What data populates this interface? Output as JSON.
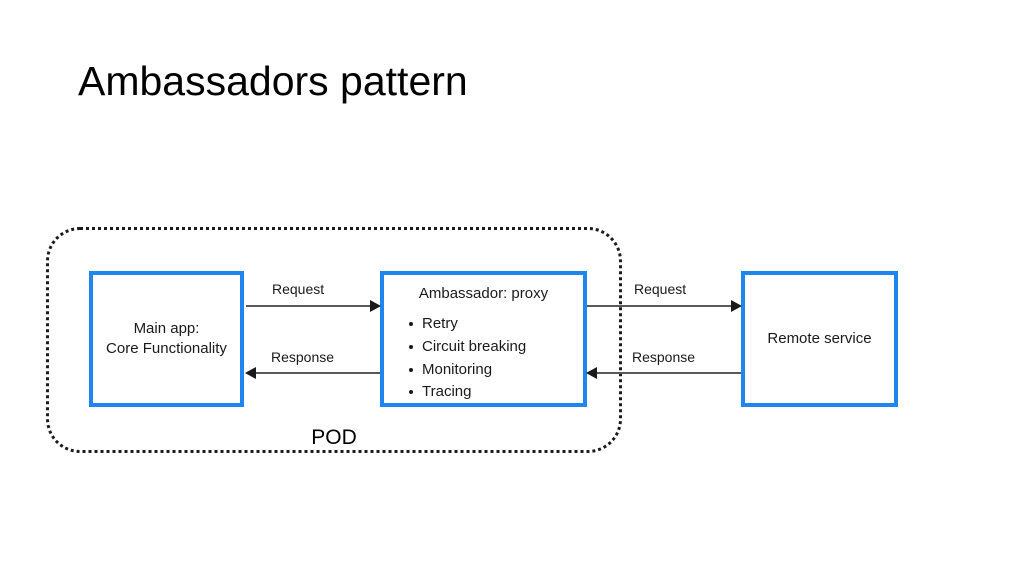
{
  "slide": {
    "title": "Ambassadors pattern",
    "background_color": "#ffffff"
  },
  "diagram": {
    "type": "architecture-block-diagram",
    "accent_color": "#1f86ef",
    "arrow_color": "#595959",
    "boundary_color": "#1b1b1b",
    "pod": {
      "label": "POD",
      "border_style": "dotted",
      "contains": [
        "main-app",
        "ambassador"
      ]
    },
    "nodes": [
      {
        "id": "main-app",
        "lines": [
          "Main app:",
          "Core Functionality"
        ]
      },
      {
        "id": "ambassador",
        "heading": "Ambassador: proxy",
        "bullets": [
          "Retry",
          "Circuit breaking",
          "Monitoring",
          "Tracing"
        ]
      },
      {
        "id": "remote-service",
        "lines": [
          "Remote service"
        ]
      }
    ],
    "connectors": [
      {
        "id": "app-to-ambassador",
        "label": "Request",
        "from": "main-app",
        "to": "ambassador",
        "direction": "right"
      },
      {
        "id": "ambassador-to-app",
        "label": "Response",
        "from": "ambassador",
        "to": "main-app",
        "direction": "left"
      },
      {
        "id": "ambassador-to-remote",
        "label": "Request",
        "from": "ambassador",
        "to": "remote-service",
        "direction": "right"
      },
      {
        "id": "remote-to-ambassador",
        "label": "Response",
        "from": "remote-service",
        "to": "ambassador",
        "direction": "left"
      }
    ]
  }
}
